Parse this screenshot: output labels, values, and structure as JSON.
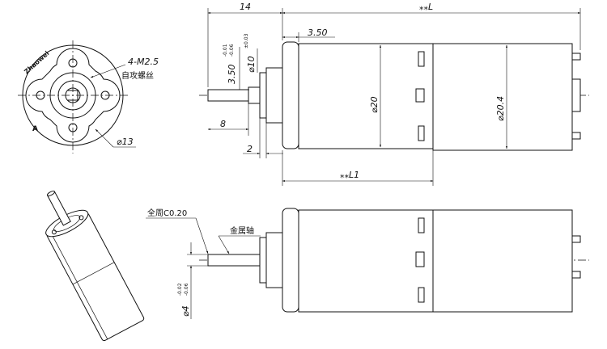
{
  "front_view": {
    "brand": "Zhaowei",
    "mark_a": "A",
    "thread_label": "4-M2.5",
    "thread_note": "自攻螺丝",
    "diameter_13": "⌀13"
  },
  "side_view": {
    "dim_14": "14",
    "dim_L": "⁎⁎L",
    "dim_350": "3.50",
    "dim_350_tol": "3.50",
    "dim_350_tol_upper": "-0.01",
    "dim_350_tol_lower": "-0.06",
    "dim_d10": "⌀10",
    "dim_d10_tol": "±0.03",
    "dim_8": "8",
    "dim_2": "2",
    "dim_d20": "⌀20",
    "dim_d204": "⌀20.4",
    "dim_L1": "⁎⁎L1"
  },
  "bottom_view": {
    "chamfer_note": "全周C0.20",
    "shaft_note": "金属轴",
    "shaft_dia": "⌀4",
    "shaft_tol_upper": "-0.02",
    "shaft_tol_lower": "-0.06"
  }
}
